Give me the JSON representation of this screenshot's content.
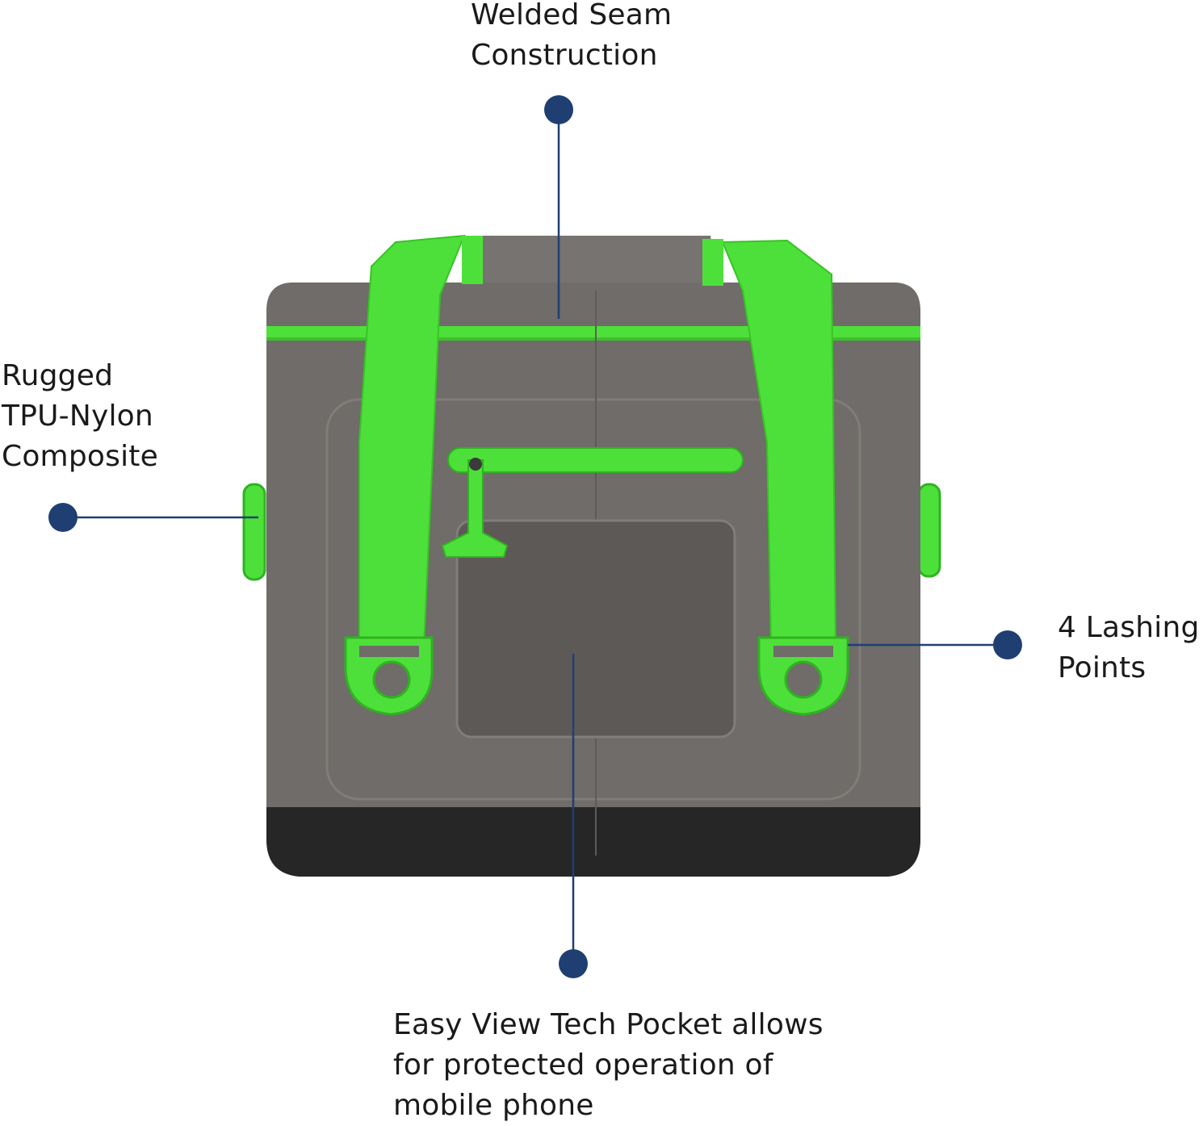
{
  "colors": {
    "accent_green": "#4ee03a",
    "callout_navy": "#1f3f73",
    "bag_body": "#6e6b68",
    "bag_base": "#2a2a2a",
    "text": "#1a1a1a",
    "background": "#ffffff"
  },
  "callouts": {
    "welded": {
      "lines": [
        "Welded Seam",
        "Construction"
      ]
    },
    "rugged": {
      "lines": [
        "Rugged",
        "TPU-Nylon",
        "Composite"
      ]
    },
    "lashing": {
      "lines": [
        "4 Lashing",
        "Points"
      ]
    },
    "pocket": {
      "lines": [
        "Easy View Tech Pocket allows",
        "for protected operation of",
        "mobile phone"
      ]
    }
  }
}
